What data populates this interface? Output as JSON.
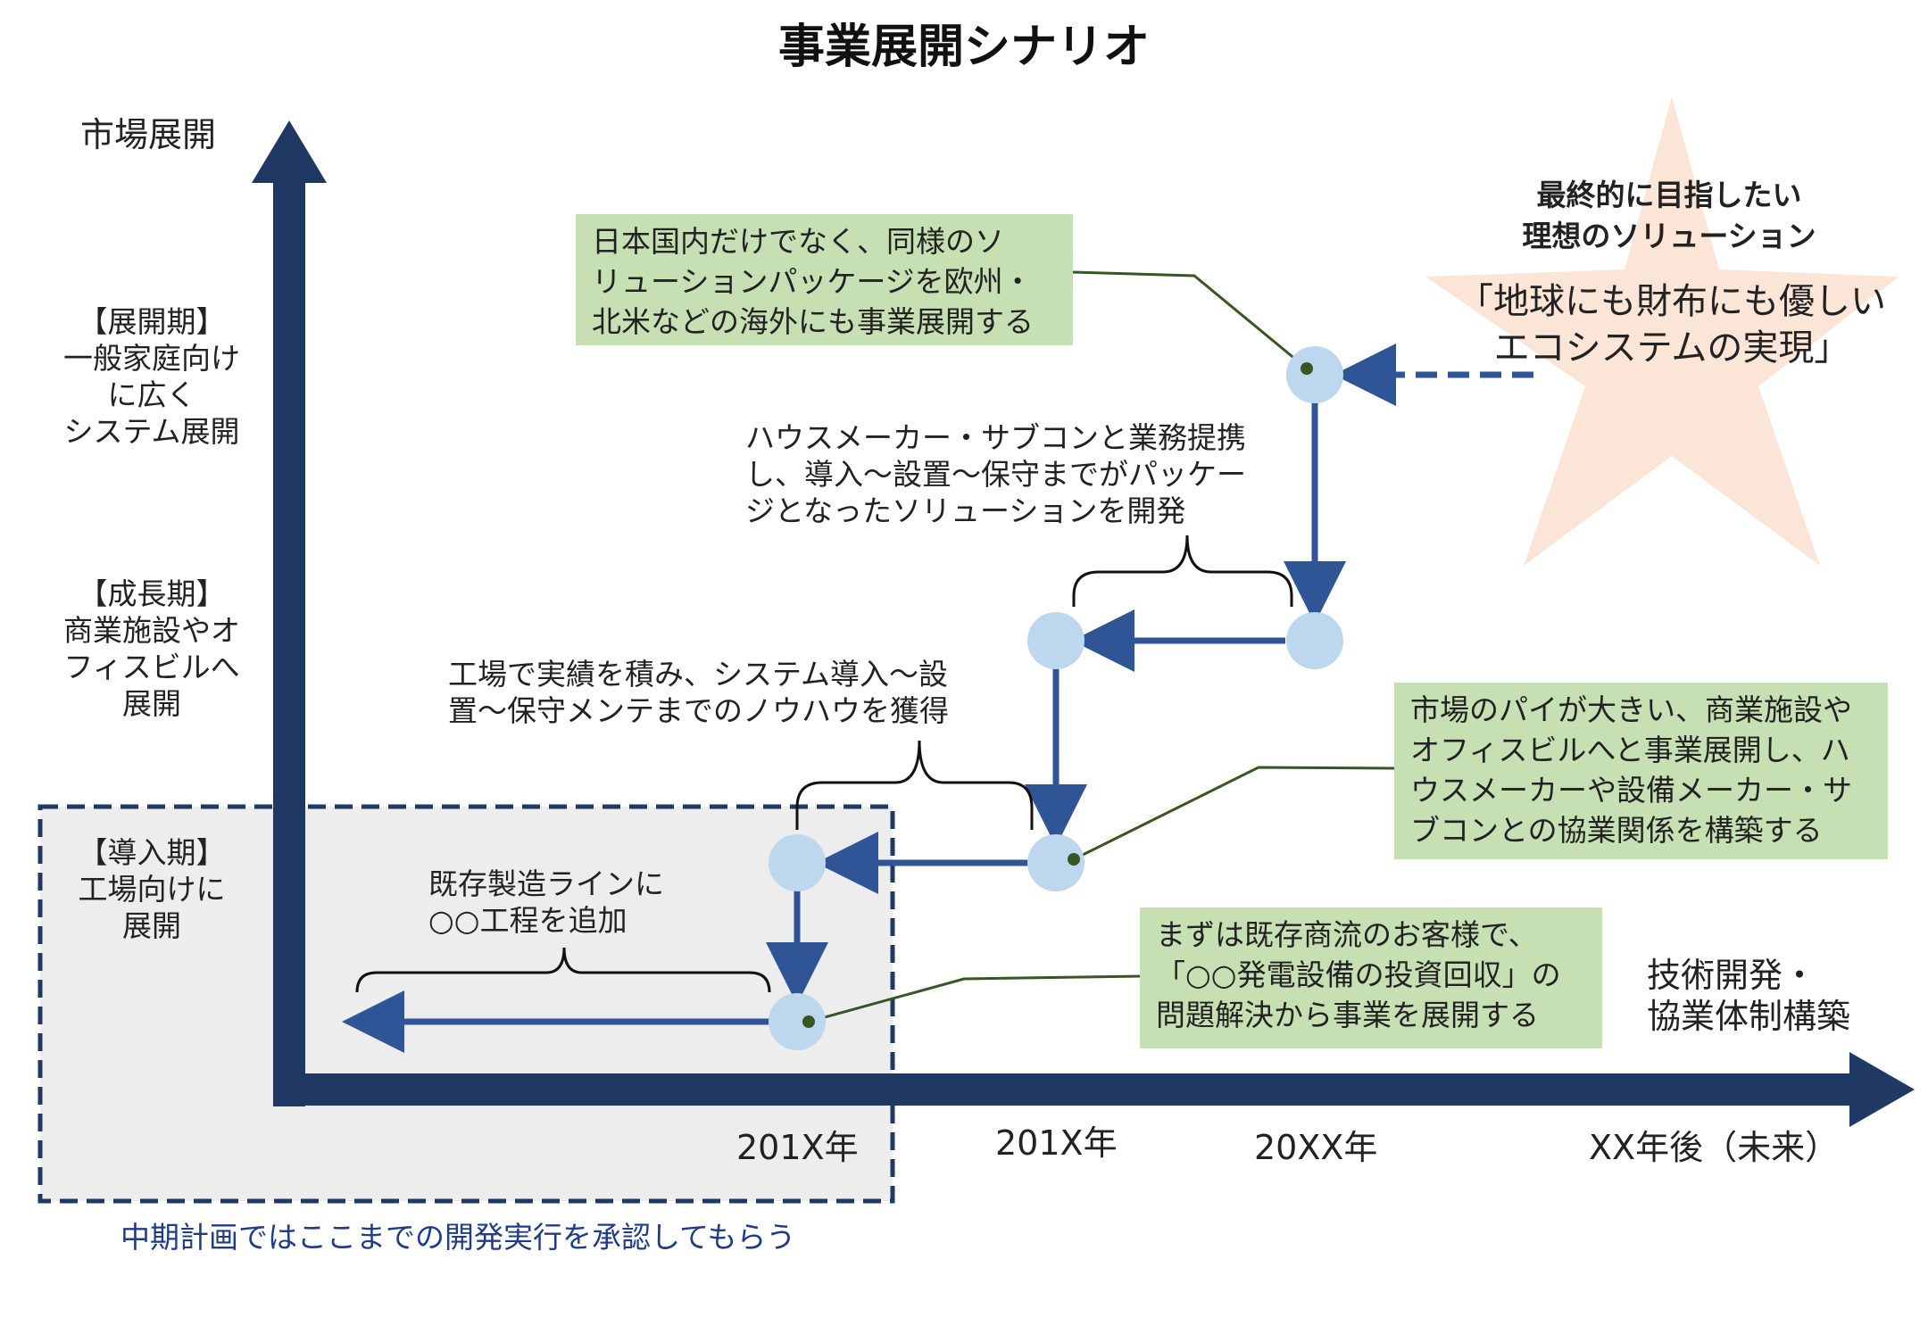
{
  "title": "事業展開シナリオ",
  "y_axis_label": "市場展開",
  "x_axis_label": [
    "技術開発・",
    "協業体制構築"
  ],
  "phases": [
    {
      "name": "【展開期】",
      "lines": [
        "一般家庭向け",
        "に広く",
        "システム展開"
      ]
    },
    {
      "name": "【成長期】",
      "lines": [
        "商業施設やオ",
        "フィスビルへ",
        "展開"
      ]
    },
    {
      "name": "【導入期】",
      "lines": [
        "工場向けに",
        "展開"
      ]
    }
  ],
  "x_ticks": [
    "201X年",
    "201X年",
    "20XX年",
    "XX年後（未来）"
  ],
  "ideal": {
    "heading": [
      "最終的に目指したい",
      "理想のソリューション"
    ],
    "quote": [
      "「地球にも財布にも優しい",
      "エコシステムの実現」"
    ]
  },
  "boxes": {
    "overseas": [
      "日本国内だけでなく、同様のソ",
      "リューションパッケージを欧州・",
      "北米などの海外にも事業展開する"
    ],
    "commercial": [
      "市場のパイが大きい、商業施設や",
      "オフィスビルへと事業展開し、ハ",
      "ウスメーカーや設備メーカー・サ",
      "ブコンとの協業関係を構築する"
    ],
    "existing": [
      "まずは既存商流のお客様で、",
      "「○○発電設備の投資回収」の",
      "問題解決から事業を展開する"
    ]
  },
  "annotations": {
    "house_maker": [
      "ハウスメーカー・サブコンと業務提携",
      "し、導入～設置～保守までがパッケー",
      "ジとなったソリューションを開発"
    ],
    "factory": [
      "工場で実績を積み、システム導入～設",
      "置～保守メンテまでのノウハウを獲得"
    ],
    "line_add": [
      "既存製造ラインに",
      "○○工程を追加"
    ]
  },
  "approval_note": "中期計画ではここまでの開発実行を承認してもらう",
  "colors": {
    "axis": "#1f3864",
    "flow_arrow": "#2f5597",
    "node": "#bdd7ee",
    "green_box": "#c6e0b4",
    "star": "#fbe5d6",
    "shaded_region": "#ededed",
    "note_text": "#1f3c88",
    "leader_line": "#375623"
  }
}
